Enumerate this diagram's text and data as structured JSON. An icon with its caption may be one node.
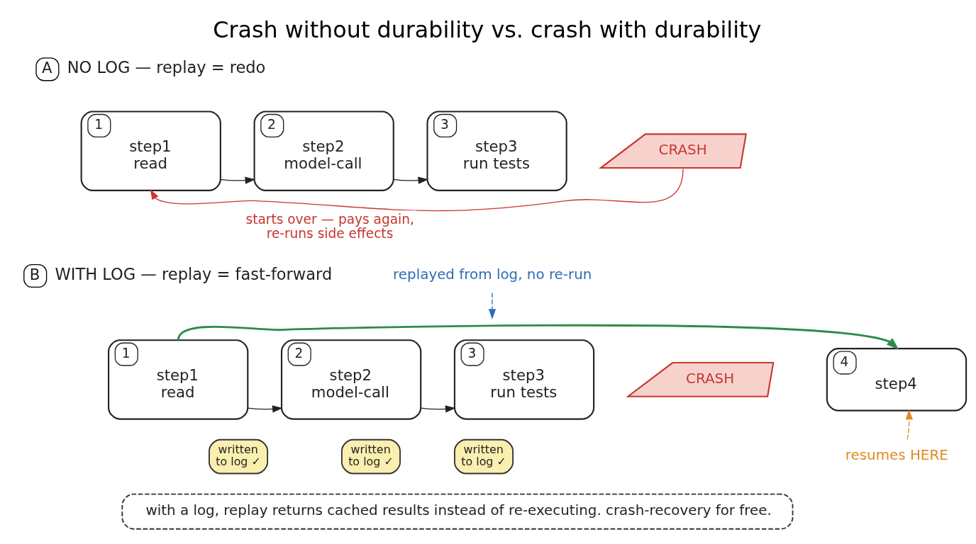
{
  "diagram": {
    "title": "Crash without durability vs. crash with durability",
    "nodes": [
      {
        "text": [
          "A"
        ],
        "beside": [
          "NO LOG — replay = redo"
        ]
      },
      {
        "text": [
          "1",
          "step1 read"
        ]
      },
      {
        "text": [
          "2",
          "step2 model-call"
        ]
      },
      {
        "text": [
          "3",
          "step3 run tests"
        ]
      },
      {
        "text": [
          "CRASH"
        ]
      },
      {
        "text": [
          "B"
        ],
        "beside": [
          "WITH LOG — replay = fast-forward"
        ]
      },
      {
        "text": [
          "replayed from log, no re-run"
        ]
      },
      {
        "text": [
          "1",
          "step1 read"
        ]
      },
      {
        "text": [
          "written to log ✓"
        ]
      },
      {
        "text": [
          "2",
          "step2 model-call"
        ]
      },
      {
        "text": [
          "written to log ✓"
        ]
      },
      {
        "text": [
          "3",
          "step3 run tests"
        ]
      },
      {
        "text": [
          "written to log ✓"
        ]
      },
      {
        "text": [
          "CRASH"
        ]
      },
      {
        "text": [
          "4",
          "step4"
        ]
      },
      {
        "text": [
          "resumes HERE"
        ]
      },
      {
        "text": [
          "with a log, replay returns cached results instead of re-executing. crash-recovery for free."
        ]
      }
    ],
    "edges": [
      {
        "from": 1,
        "to": 2,
        "arrow": "to"
      },
      {
        "from": 2,
        "to": 3,
        "arrow": "to"
      },
      {
        "from": 4,
        "to": 1,
        "arrow": "to",
        "label": "starts over — pays again, re-runs side effects",
        "color": "#c8362f"
      },
      {
        "from": 7,
        "to": 9,
        "arrow": "to"
      },
      {
        "from": 9,
        "to": 11,
        "arrow": "to"
      },
      {
        "from": 7,
        "to": 14,
        "arrow": "to",
        "color": "#2e8b4a"
      },
      {
        "from": 6,
        "to": null,
        "arrow": "to",
        "style": "dashed",
        "color": "#2f6db5"
      },
      {
        "from": 15,
        "to": 14,
        "arrow": "to",
        "style": "dashed",
        "color": "#e08a22"
      }
    ]
  }
}
